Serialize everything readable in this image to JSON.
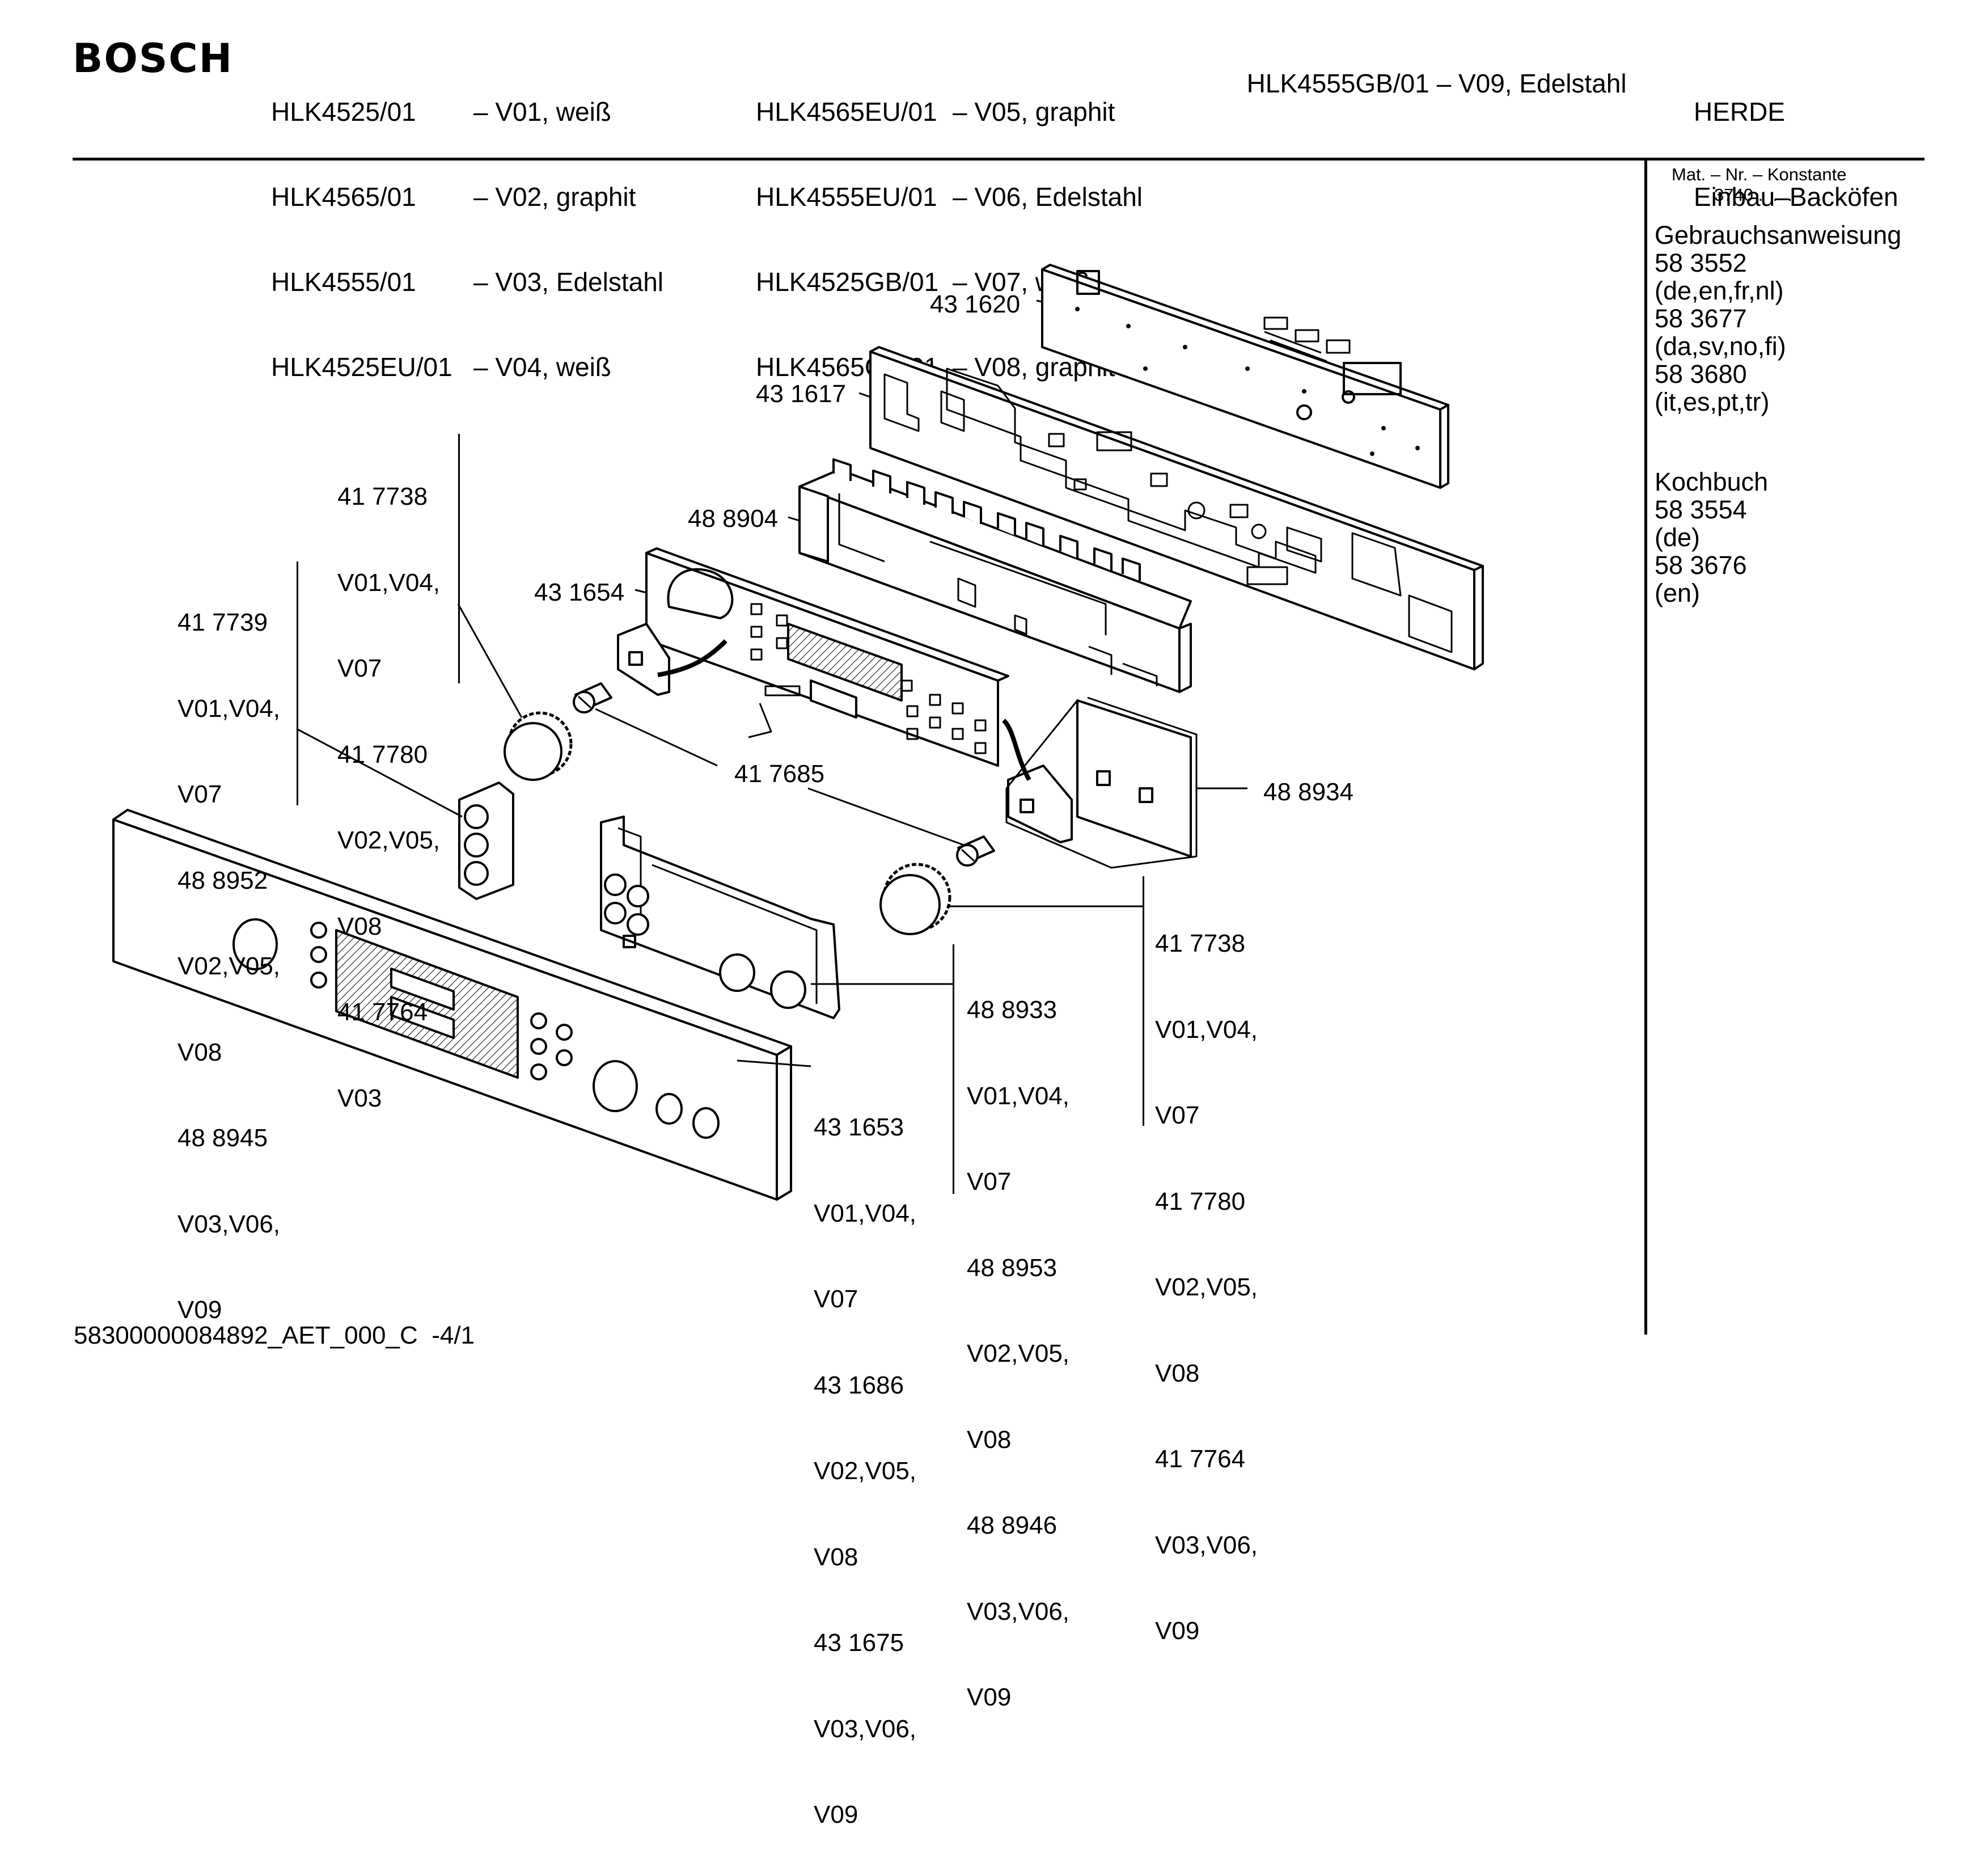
{
  "header": {
    "brand": "BOSCH",
    "models": [
      {
        "code": "HLK4525/01",
        "variant": "– V01, weiß"
      },
      {
        "code": "HLK4565/01",
        "variant": "– V02, graphit"
      },
      {
        "code": "HLK4555/01",
        "variant": "– V03, Edelstahl"
      },
      {
        "code": "HLK4525EU/01",
        "variant": "– V04, weiß"
      },
      {
        "code": "HLK4565EU/01",
        "variant": "– V05, graphit"
      },
      {
        "code": "HLK4555EU/01",
        "variant": "– V06, Edelstahl"
      },
      {
        "code": "HLK4525GB/01",
        "variant": "– V07, weiß"
      },
      {
        "code": "HLK4565GB/01",
        "variant": "– V08, graphit"
      },
      {
        "code": "HLK4555GB/01",
        "variant": "– V09, Edelstahl"
      }
    ],
    "category": [
      "HERDE",
      "Einbau–Backöfen"
    ]
  },
  "sidebar": {
    "mat_label": "Mat. – Nr. – Konstante",
    "mat_value": "3740 .  .  .  .  .",
    "manual_title": "Gebrauchsanweisung",
    "manual_items": [
      "58 3552",
      "(de,en,fr,nl)",
      "58 3677",
      "(da,sv,no,fi)",
      "58 3680",
      "(it,es,pt,tr)"
    ],
    "cookbook_title": "Kochbuch",
    "cookbook_items": [
      "58 3554",
      "(de)",
      "58 3676",
      "(en)"
    ]
  },
  "parts": {
    "p431620": "43 1620",
    "p431617": "43 1617",
    "p488904": "48 8904",
    "p431654": "43 1654",
    "p417685": "41 7685",
    "p488934": "48 8934",
    "knob_upper": [
      "41 7738",
      "V01,V04,",
      "V07",
      "41 7780",
      "V02,V05,",
      "V08",
      "41 7764",
      "V03"
    ],
    "holder_left": [
      "41 7739",
      "V01,V04,",
      "V07",
      "48 8952",
      "V02,V05,",
      "V08",
      "48 8945",
      "V03,V06,",
      "V09"
    ],
    "knob_lower": [
      "41 7738",
      "V01,V04,",
      "V07",
      "41 7780",
      "V02,V05,",
      "V08",
      "41 7764",
      "V03,V06,",
      "V09"
    ],
    "holder_right": [
      "48 8933",
      "V01,V04,",
      "V07",
      "48 8953",
      "V02,V05,",
      "V08",
      "48 8946",
      "V03,V06,",
      "V09"
    ],
    "front_panel": [
      "43 1653",
      "V01,V04,",
      "V07",
      "43 1686",
      "V02,V05,",
      "V08",
      "43 1675",
      "V03,V06,",
      "V09"
    ]
  },
  "footer": {
    "doc_id": "58300000084892_AET_000_C  -4/1"
  }
}
